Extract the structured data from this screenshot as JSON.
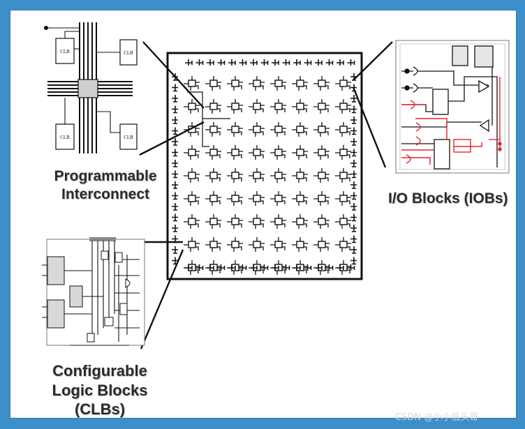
{
  "labels": {
    "interconnect_line1": "Programmable",
    "interconnect_line2": "Interconnect",
    "iob": "I/O Blocks (IOBs)",
    "clb_line1": "Configurable",
    "clb_line2": "Logic Blocks (CLBs)"
  },
  "interconnect_inset": {
    "clb_box_text": "CLB"
  },
  "watermark": "CSDN @小小低头哥",
  "colors": {
    "background": "#3d8fc9",
    "panel": "#ffffff",
    "ink": "#111111",
    "iob_highlight": "#e8232b",
    "label_text": "#2a2a2a"
  }
}
